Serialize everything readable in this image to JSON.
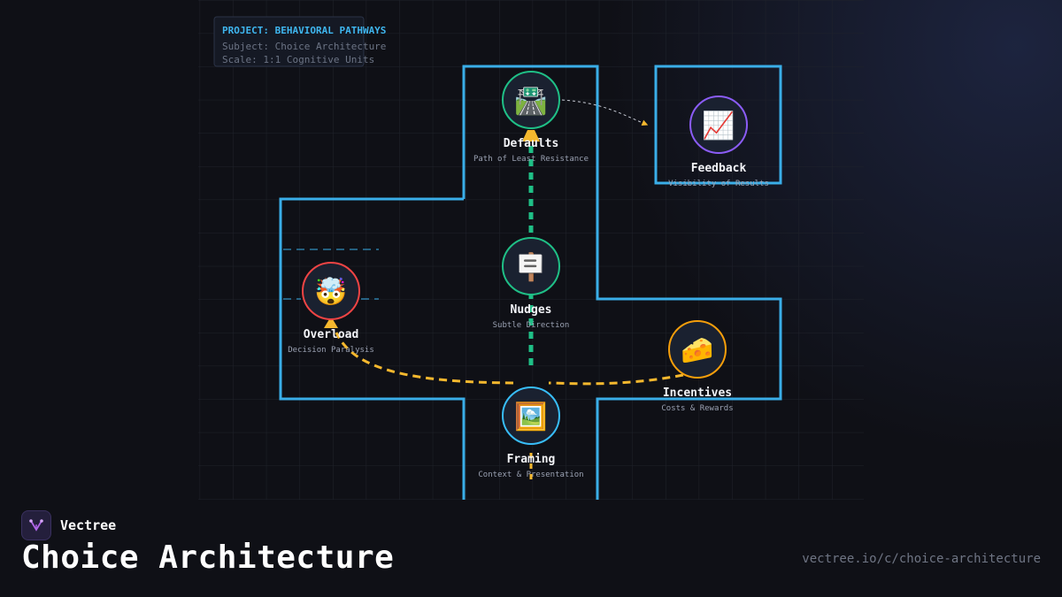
{
  "info_panel": {
    "project": "PROJECT: BEHAVIORAL PATHWAYS",
    "subject": "Subject: Choice Architecture",
    "scale": "Scale: 1:1 Cognitive Units"
  },
  "nodes": [
    {
      "id": "defaults",
      "icon": "road-icon",
      "emoji": "🛣️",
      "title": "Defaults",
      "subtitle": "Path of Least Resistance",
      "color": "#1fbf86"
    },
    {
      "id": "feedback",
      "icon": "chart-increasing-icon",
      "emoji": "📈",
      "title": "Feedback",
      "subtitle": "Visibility of Results",
      "color": "#8b5cf6"
    },
    {
      "id": "nudges",
      "icon": "signpost-icon",
      "emoji": "🪧",
      "title": "Nudges",
      "subtitle": "Subtle Direction",
      "color": "#1fbf86"
    },
    {
      "id": "overload",
      "icon": "exploding-head-icon",
      "emoji": "🤯",
      "title": "Overload",
      "subtitle": "Decision Paralysis",
      "color": "#ef4444"
    },
    {
      "id": "incentives",
      "icon": "cheese-icon",
      "emoji": "🧀",
      "title": "Incentives",
      "subtitle": "Costs & Rewards",
      "color": "#f59e0b"
    },
    {
      "id": "framing",
      "icon": "framed-picture-icon",
      "emoji": "🖼️",
      "title": "Framing",
      "subtitle": "Context & Presentation",
      "color": "#38bdf8"
    }
  ],
  "colors": {
    "walls": "#3aaee8",
    "primary_path": "#1fbf86",
    "incentive_path": "#f5b82e",
    "feedback_link": "#c9ccd6"
  },
  "footer": {
    "brand": "Vectree",
    "title": "Choice Architecture",
    "url": "vectree.io/c/choice-architecture"
  }
}
